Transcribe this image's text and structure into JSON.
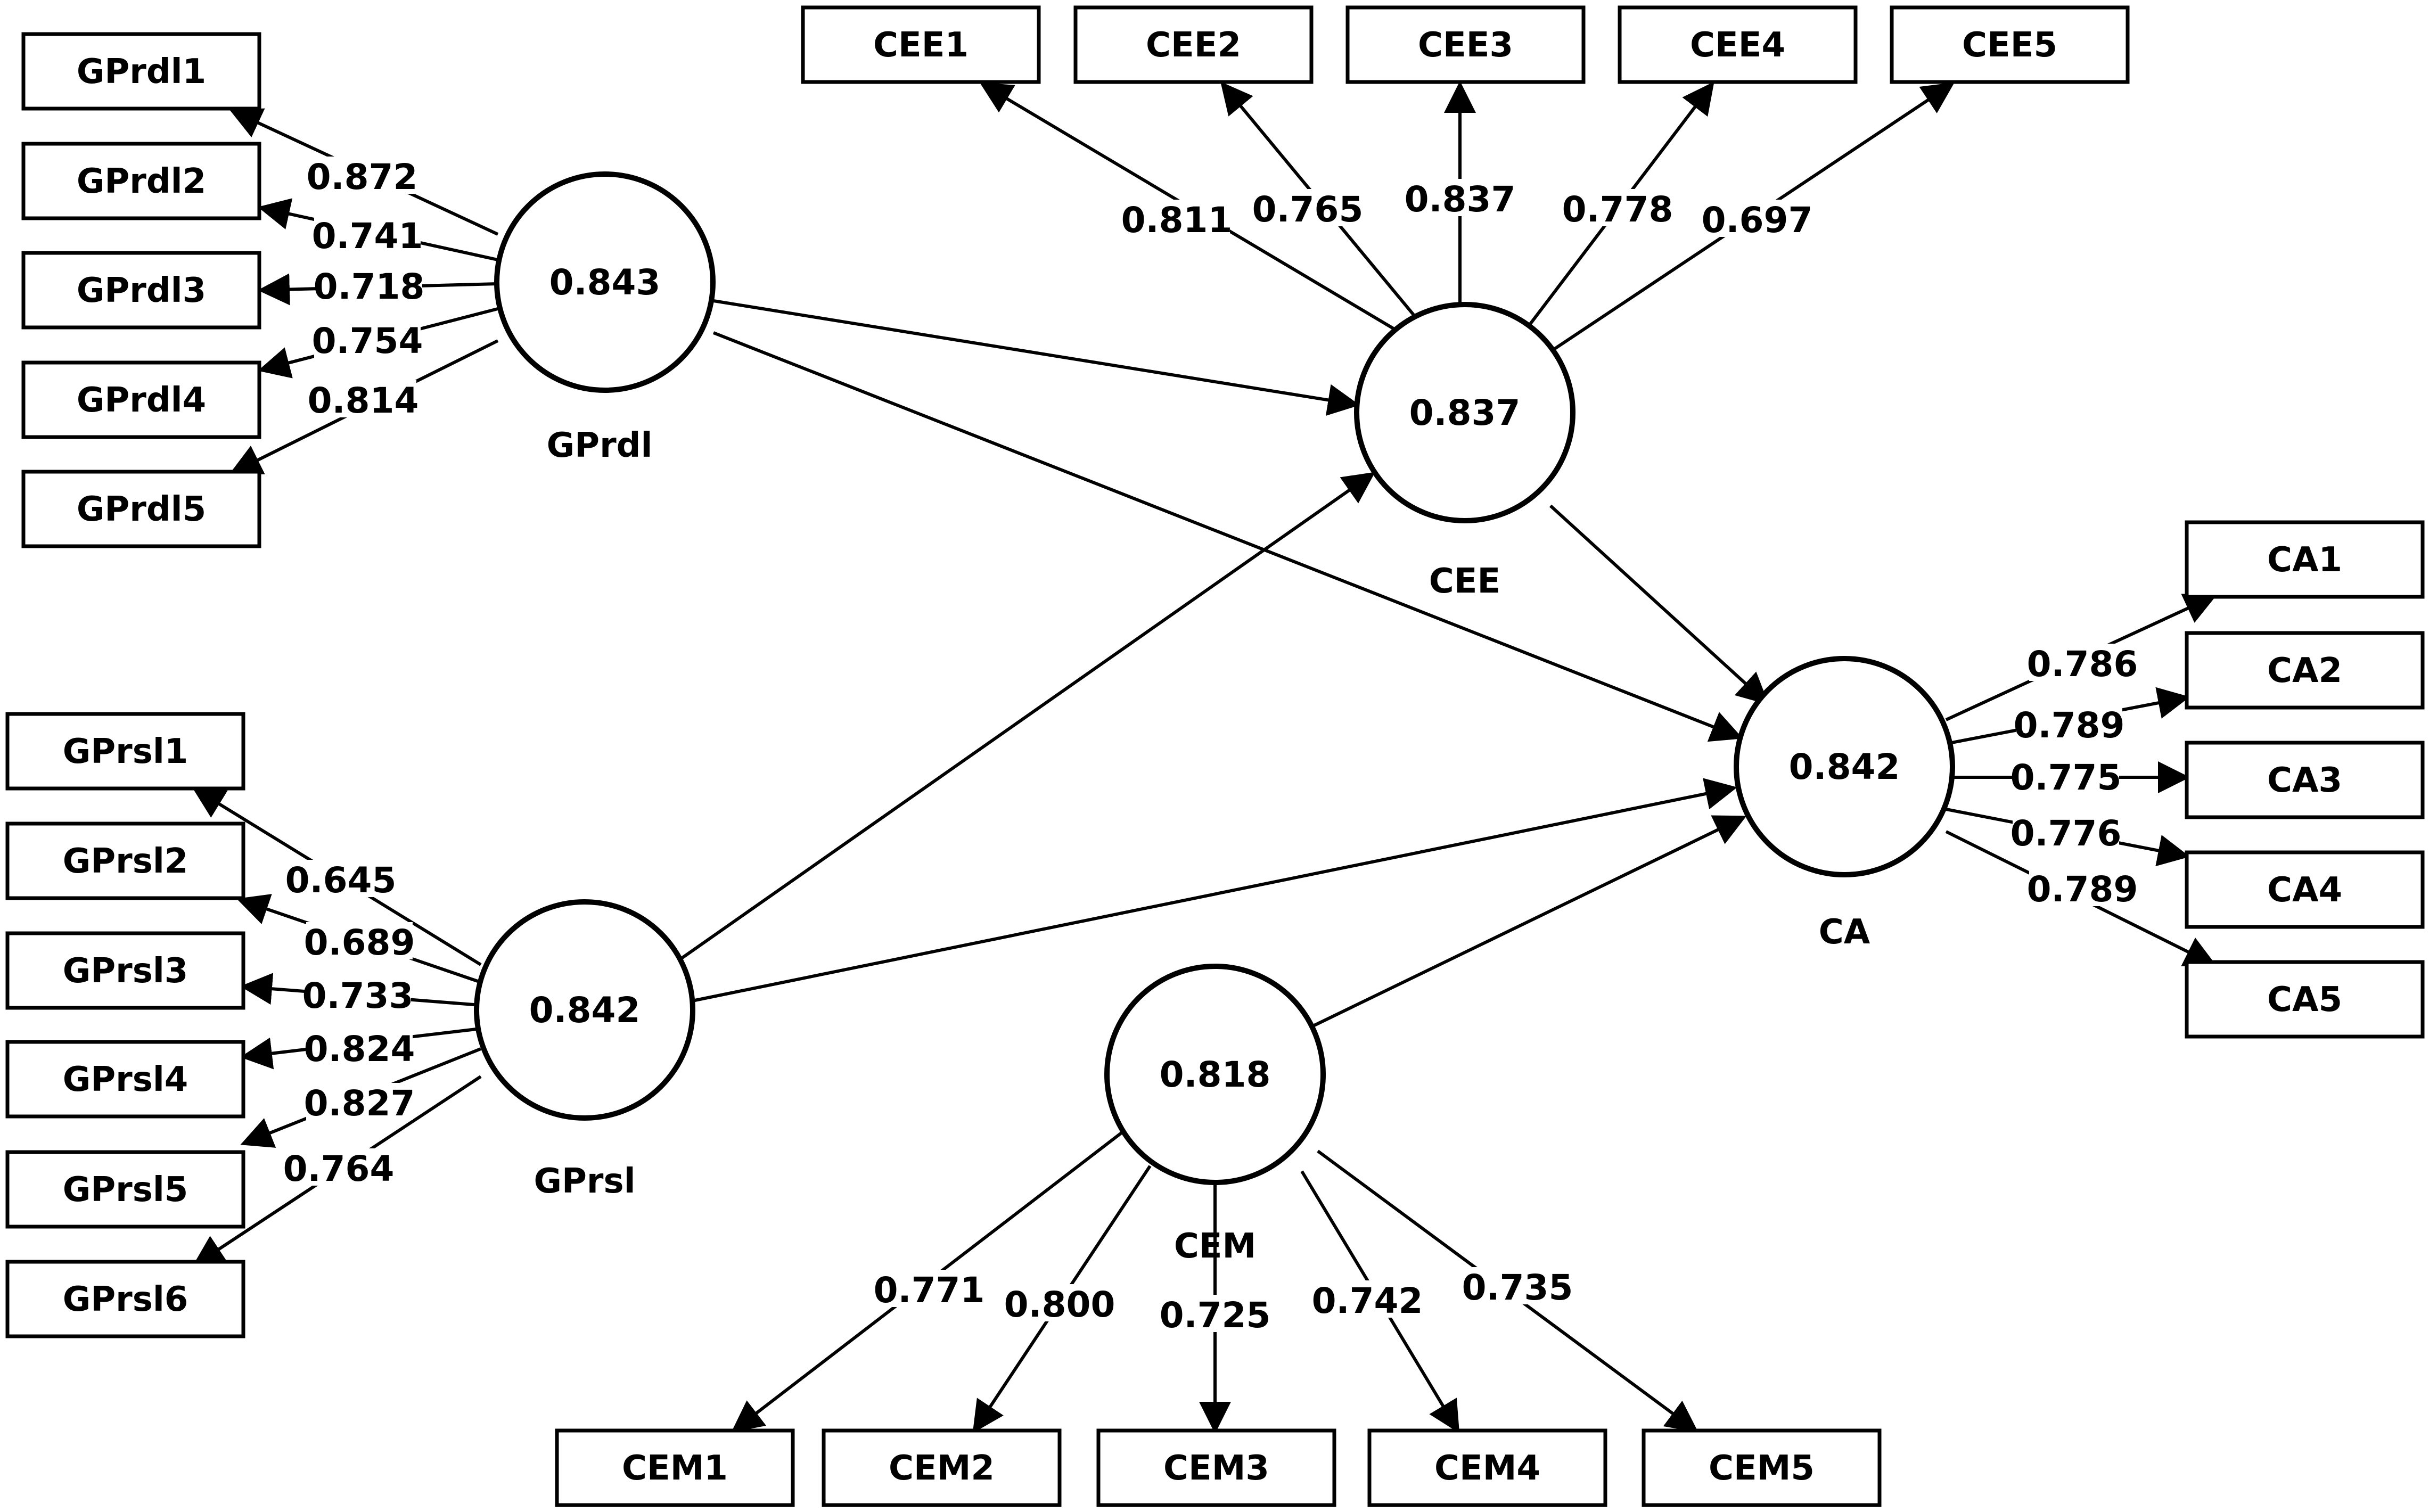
{
  "constructs": [
    {
      "id": "GPrdl",
      "name": "GPrdl",
      "value": "0.843"
    },
    {
      "id": "CEE",
      "name": "CEE",
      "value": "0.837"
    },
    {
      "id": "CA",
      "name": "CA",
      "value": "0.842"
    },
    {
      "id": "GPrsl",
      "name": "GPrsl",
      "value": "0.842"
    },
    {
      "id": "CEM",
      "name": "CEM",
      "value": "0.818"
    }
  ],
  "indicators": [
    {
      "id": "GPrdl1",
      "label": "GPrdl1",
      "construct": "GPrdl",
      "loading": "0.872"
    },
    {
      "id": "GPrdl2",
      "label": "GPrdl2",
      "construct": "GPrdl",
      "loading": "0.741"
    },
    {
      "id": "GPrdl3",
      "label": "GPrdl3",
      "construct": "GPrdl",
      "loading": "0.718"
    },
    {
      "id": "GPrdl4",
      "label": "GPrdl4",
      "construct": "GPrdl",
      "loading": "0.754"
    },
    {
      "id": "GPrdl5",
      "label": "GPrdl5",
      "construct": "GPrdl",
      "loading": "0.814"
    },
    {
      "id": "CEE1",
      "label": "CEE1",
      "construct": "CEE",
      "loading": "0.811"
    },
    {
      "id": "CEE2",
      "label": "CEE2",
      "construct": "CEE",
      "loading": "0.765"
    },
    {
      "id": "CEE3",
      "label": "CEE3",
      "construct": "CEE",
      "loading": "0.837"
    },
    {
      "id": "CEE4",
      "label": "CEE4",
      "construct": "CEE",
      "loading": "0.778"
    },
    {
      "id": "CEE5",
      "label": "CEE5",
      "construct": "CEE",
      "loading": "0.697"
    },
    {
      "id": "CA1",
      "label": "CA1",
      "construct": "CA",
      "loading": "0.786"
    },
    {
      "id": "CA2",
      "label": "CA2",
      "construct": "CA",
      "loading": "0.789"
    },
    {
      "id": "CA3",
      "label": "CA3",
      "construct": "CA",
      "loading": "0.775"
    },
    {
      "id": "CA4",
      "label": "CA4",
      "construct": "CA",
      "loading": "0.776"
    },
    {
      "id": "CA5",
      "label": "CA5",
      "construct": "CA",
      "loading": "0.789"
    },
    {
      "id": "GPrsl1",
      "label": "GPrsl1",
      "construct": "GPrsl",
      "loading": "0.645"
    },
    {
      "id": "GPrsl2",
      "label": "GPrsl2",
      "construct": "GPrsl",
      "loading": "0.689"
    },
    {
      "id": "GPrsl3",
      "label": "GPrsl3",
      "construct": "GPrsl",
      "loading": "0.733"
    },
    {
      "id": "GPrsl4",
      "label": "GPrsl4",
      "construct": "GPrsl",
      "loading": "0.824"
    },
    {
      "id": "GPrsl5",
      "label": "GPrsl5",
      "construct": "GPrsl",
      "loading": "0.827"
    },
    {
      "id": "GPrsl6",
      "label": "GPrsl6",
      "construct": "GPrsl",
      "loading": "0.764"
    },
    {
      "id": "CEM1",
      "label": "CEM1",
      "construct": "CEM",
      "loading": "0.771"
    },
    {
      "id": "CEM2",
      "label": "CEM2",
      "construct": "CEM",
      "loading": "0.800"
    },
    {
      "id": "CEM3",
      "label": "CEM3",
      "construct": "CEM",
      "loading": "0.725"
    },
    {
      "id": "CEM4",
      "label": "CEM4",
      "construct": "CEM",
      "loading": "0.742"
    },
    {
      "id": "CEM5",
      "label": "CEM5",
      "construct": "CEM",
      "loading": "0.735"
    }
  ],
  "paths": [
    {
      "from": "GPrdl",
      "to": "CEE"
    },
    {
      "from": "GPrdl",
      "to": "CA"
    },
    {
      "from": "GPrsl",
      "to": "CEE"
    },
    {
      "from": "GPrsl",
      "to": "CA"
    },
    {
      "from": "CEE",
      "to": "CA"
    },
    {
      "from": "CEM",
      "to": "CA"
    }
  ]
}
